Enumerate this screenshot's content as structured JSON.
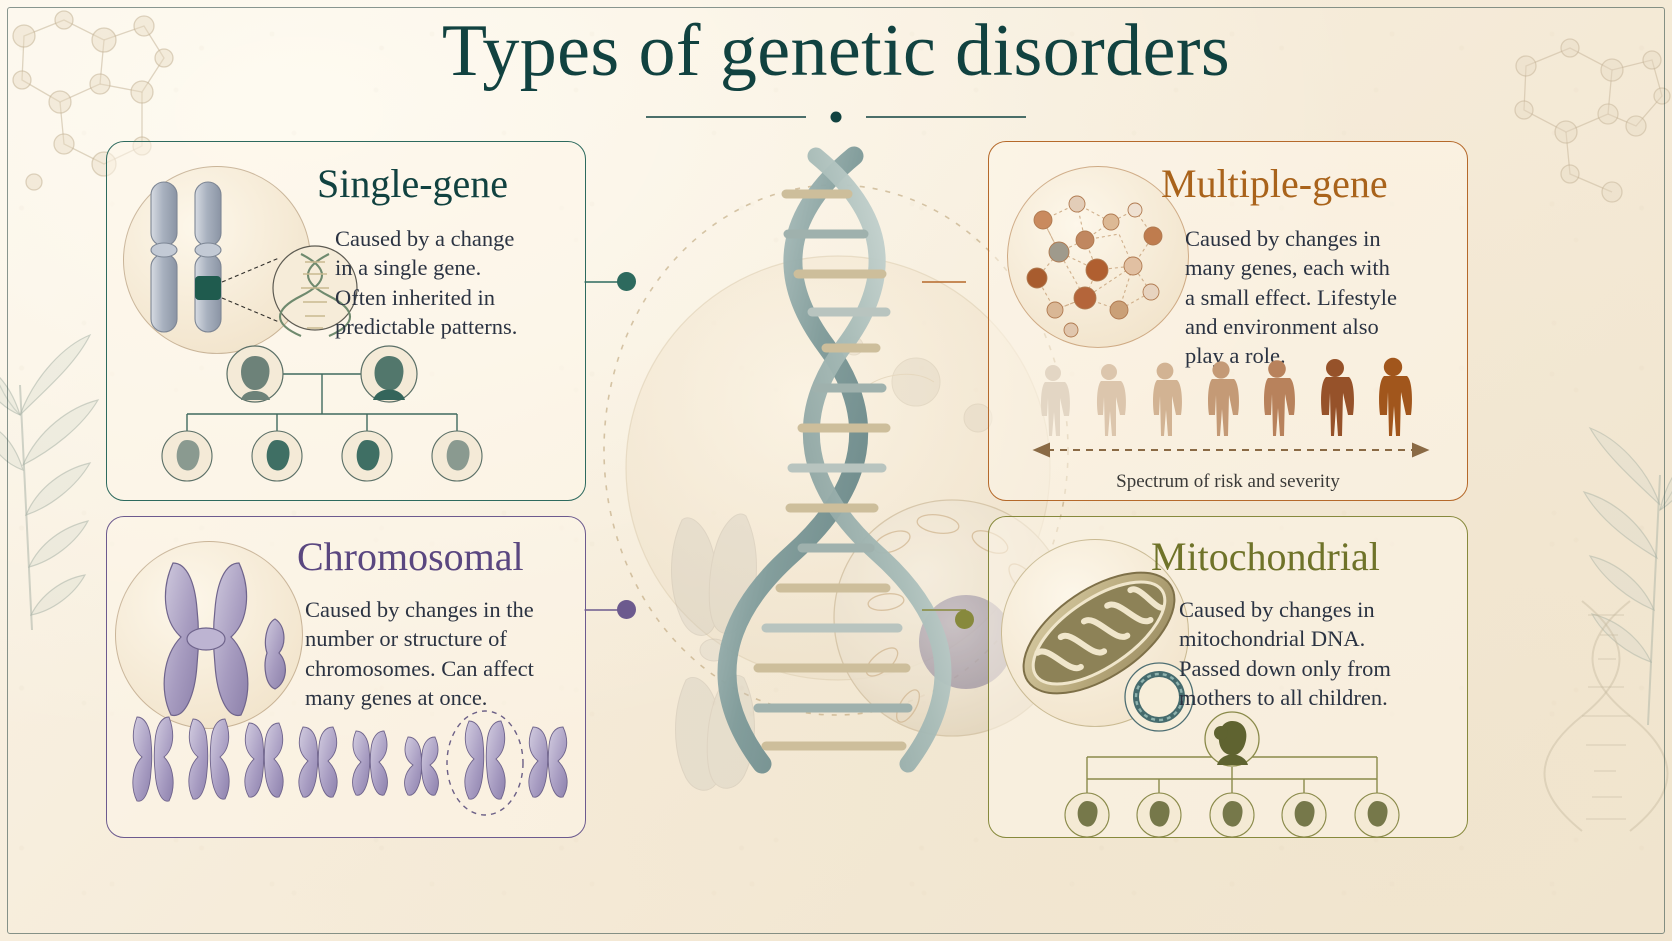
{
  "page": {
    "title": "Types of genetic disorders",
    "background_color": "#f7eedd",
    "frame_color": "#284642"
  },
  "colors": {
    "title": "#114240",
    "single_gene": "#114240",
    "chromosomal": "#5a4780",
    "multiple_gene": "#a9631b",
    "mitochondrial": "#6f7329",
    "body_text": "#2b3342"
  },
  "cards": {
    "single": {
      "heading": "Single-gene",
      "accent": "#2d6a5e",
      "body_lines": [
        "Caused by a change",
        "in a single gene.",
        "Often inherited in",
        "predictable patterns."
      ],
      "icon_name": "chromosome-pair-with-gene-locus-icon",
      "diagram_name": "pedigree-family-tree",
      "pedigree": {
        "parents": 2,
        "children": 4
      }
    },
    "chromosomal": {
      "heading": "Chromosomal",
      "accent": "#6c5a8e",
      "body_lines": [
        "Caused by changes in the",
        "number or structure of",
        "chromosomes. Can affect",
        "many genes at once."
      ],
      "icon_name": "chromosome-with-fragment-icon",
      "diagram_name": "karyotype-row",
      "karyotype": {
        "pairs": 8,
        "highlighted_pair_index": 6,
        "highlight_style": "dashed-ellipse"
      }
    },
    "multiple": {
      "heading": "Multiple-gene",
      "accent": "#b5692a",
      "body_lines": [
        "Caused by changes in",
        "many genes, each with",
        "a small effect. Lifestyle",
        "and environment also",
        "play a role."
      ],
      "icon_name": "gene-network-nodes-icon",
      "diagram_name": "risk-spectrum-figures",
      "spectrum": {
        "caption": "Spectrum of risk and severity",
        "figures": 7,
        "shades": [
          "#e3d6c4",
          "#dcc6ad",
          "#d2b393",
          "#c49a76",
          "#b8825c",
          "#96522a",
          "#a1561c"
        ],
        "arrow": "double-headed-dashed"
      }
    },
    "mitochondrial": {
      "heading": "Mitochondrial",
      "accent": "#87893c",
      "body_lines": [
        "Caused by changes in",
        "mitochondrial DNA.",
        "Passed down only from",
        "mothers to all children."
      ],
      "icon_name": "mitochondrion-with-circular-dna-icon",
      "diagram_name": "maternal-inheritance-tree",
      "inheritance": {
        "mothers": 1,
        "children": 5
      }
    }
  },
  "center": {
    "illustration_name": "dna-double-helix-over-cell",
    "elements": [
      "dna-double-helix",
      "cell-body",
      "nucleus",
      "chromosome",
      "mitochondria"
    ],
    "connector_dots": [
      {
        "name": "connector-dot-single-gene",
        "color": "#2d6a5e"
      },
      {
        "name": "connector-dot-multiple-gene",
        "color": "#b5692a"
      },
      {
        "name": "connector-dot-chromosomal",
        "color": "#6c5a8e"
      },
      {
        "name": "connector-dot-mitochondrial",
        "color": "#87893c"
      }
    ]
  },
  "decor": {
    "left_botanical": "leaf-branch-decoration",
    "right_botanical": "leaf-branch-decoration",
    "top_left_molecule": "molecule-structure-decoration",
    "top_right_molecule": "molecule-structure-decoration",
    "bottom_right_helix": "faint-dna-decoration"
  }
}
